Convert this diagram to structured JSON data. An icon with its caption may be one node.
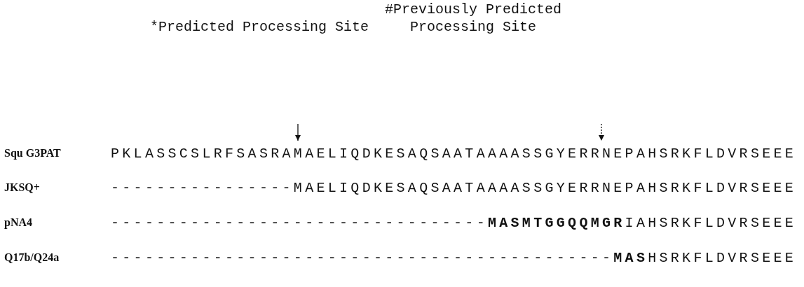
{
  "diagram": {
    "nodes": [
      {
        "text": [
          "*Predicted Processing Site"
        ]
      },
      {
        "text": [
          "#Previously Predicted Processing Site"
        ]
      }
    ],
    "labels": [
      "Squ G3PAT",
      "PKLASSCSLRFSASRAMAELIQDKESAQSAATAAAASSGYERRNEPAHSRKFLDVRSEEE",
      "JKSQ+",
      "----------------MAELIQDKESAQSAATAAAASSGYERRNEPAHSRKFLDVRSEEE",
      "pNA4",
      "---------------------------------**MASMTGGQQMGR**IAHSRKFLDVRSEEE",
      "Q17b/Q24a",
      "--------------------------------------------**MAS**HSRKFLDVRSEEE"
    ]
  }
}
